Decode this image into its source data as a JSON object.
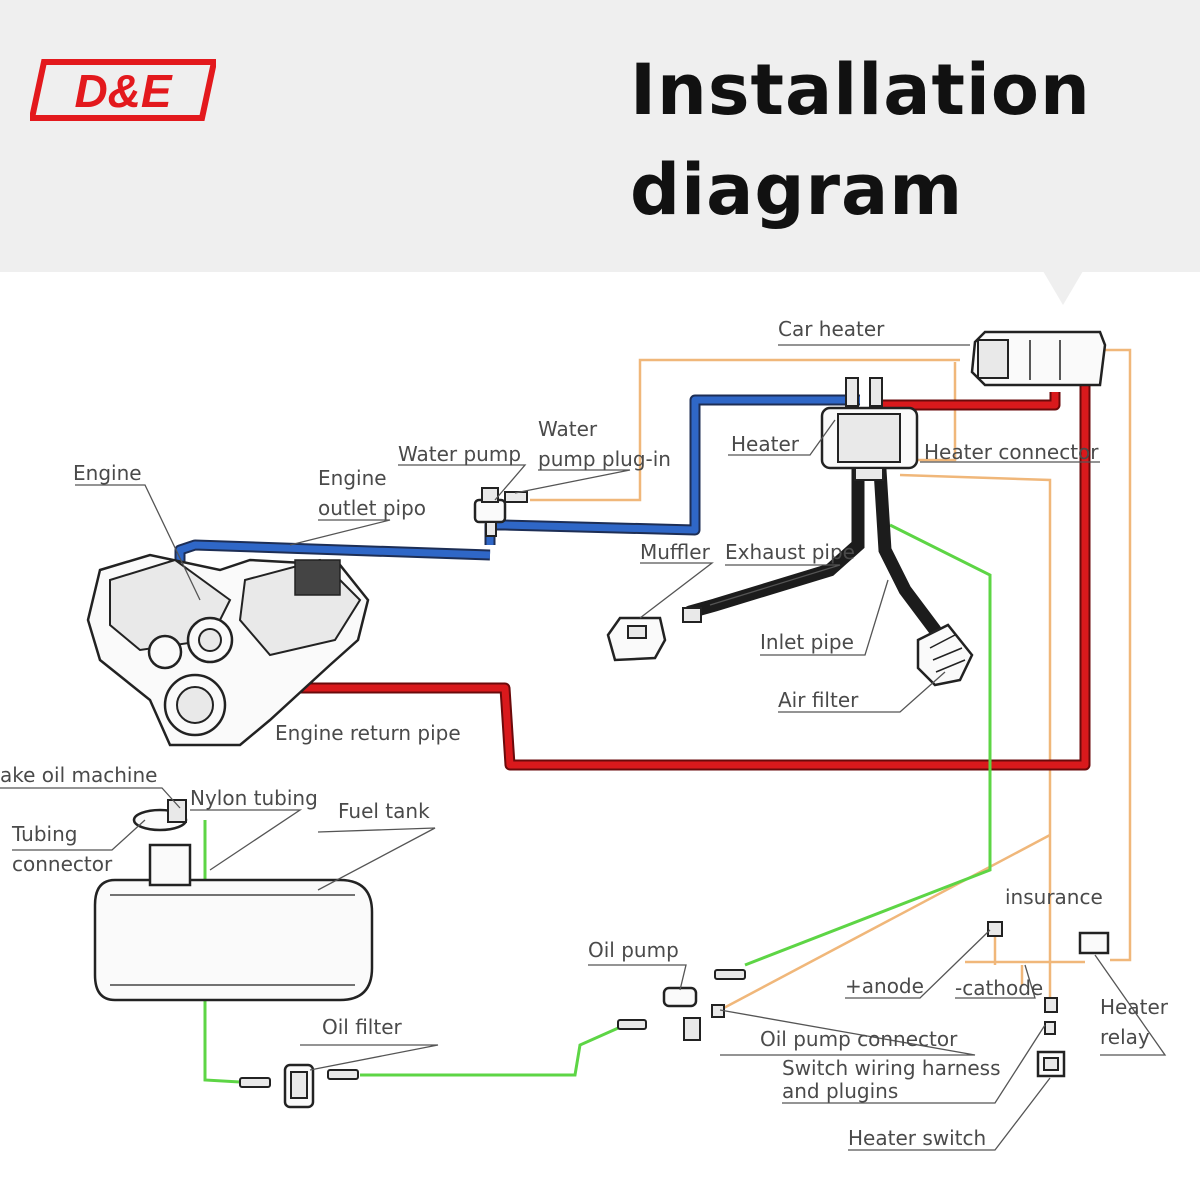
{
  "brand": {
    "logo_text": "D&E",
    "accent": "#e3191d"
  },
  "title": {
    "line1": "Installation",
    "line2": "diagram"
  },
  "colors": {
    "water_out": "#2f67c7",
    "water_return": "#d9191c",
    "fuel_line": "#5dd545",
    "wiring": "#f0b77a",
    "hose": "#222222"
  },
  "labels": {
    "car_heater": "Car heater",
    "water_pump_1": "Water",
    "water_pump_2": "pump plug-in",
    "water_pump": "Water pump",
    "heater": "Heater",
    "heater_connector": "Heater connector",
    "engine": "Engine",
    "engine_outlet_1": "Engine",
    "engine_outlet_2": "outlet pipo",
    "muffler": "Muffler",
    "exhaust_pipe": "Exhaust pipe",
    "inlet_pipe": "Inlet pipe",
    "air_filter": "Air filter",
    "engine_return_pipe": "Engine return pipe",
    "oil_machine": "ake oil machine",
    "nylon_tubing": "Nylon tubing",
    "fuel_tank": "Fuel tank",
    "tubing_connector_1": "Tubing",
    "tubing_connector_2": "connector",
    "insurance": "insurance",
    "anode": "+anode",
    "cathode": "-cathode",
    "heater_relay_1": "Heater",
    "heater_relay_2": "relay",
    "oil_pump": "Oil pump",
    "oil_filter": "Oil filter",
    "oil_pump_connector": "Oil pump connector",
    "switch_harness_1": "Switch wiring harness",
    "switch_harness_2": "and plugins",
    "heater_switch": "Heater switch"
  }
}
